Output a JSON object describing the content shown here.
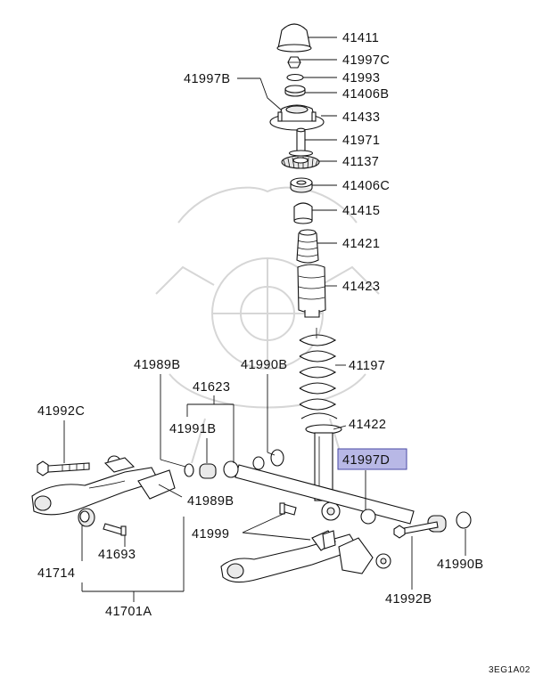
{
  "labels": {
    "p41411": "41411",
    "p41997C": "41997C",
    "p41997B": "41997B",
    "p41993": "41993",
    "p41406B": "41406B",
    "p41433": "41433",
    "p41971": "41971",
    "p41137": "41137",
    "p41406C": "41406C",
    "p41415": "41415",
    "p41421": "41421",
    "p41423": "41423",
    "p41197": "41197",
    "p41422": "41422",
    "p41997D": "41997D",
    "p41989B_top": "41989B",
    "p41990B_top": "41990B",
    "p41623": "41623",
    "p41992C": "41992C",
    "p41991B": "41991B",
    "p41989B_low": "41989B",
    "p41999": "41999",
    "p41693": "41693",
    "p41714": "41714",
    "p41701A": "41701A",
    "p41990B_low": "41990B",
    "p41992B": "41992B"
  },
  "diagram_code": "3EG1A02",
  "highlight": {
    "part": "41997D",
    "fill": "#b8b8e6",
    "border": "#4a4aa6"
  }
}
